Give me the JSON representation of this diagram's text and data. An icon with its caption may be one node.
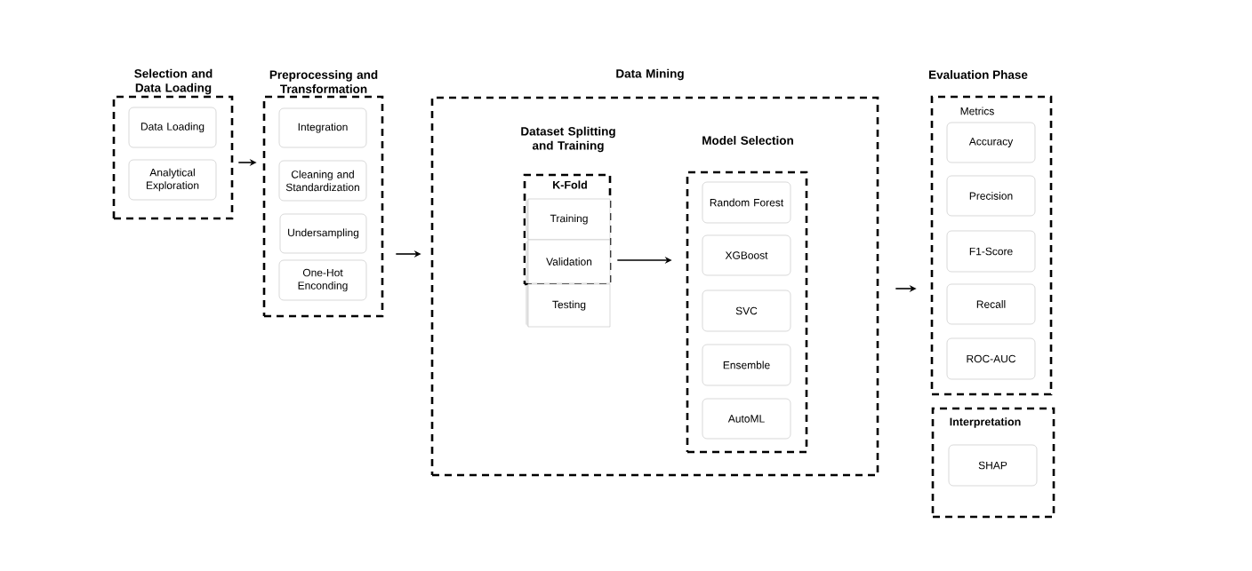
{
  "diagram": {
    "nodes": [
      {
        "text": [
          "Selection and Data Loading"
        ]
      },
      {
        "text": [
          "Data Loading"
        ],
        "in": 0
      },
      {
        "text": [
          "Analytical Exploration"
        ],
        "in": 0
      },
      {
        "text": [
          "Preprocessing and Transformation"
        ]
      },
      {
        "text": [
          "Integration"
        ],
        "in": 3
      },
      {
        "text": [
          "Cleaning and Standardization"
        ],
        "in": 3
      },
      {
        "text": [
          "Undersampling"
        ],
        "in": 3
      },
      {
        "text": [
          "One-Hot Enconding"
        ],
        "in": 3
      },
      {
        "text": [
          "Data Mining"
        ]
      },
      {
        "text": [
          "Dataset Splitting and Training",
          "K-Fold"
        ],
        "in": 8
      },
      {
        "text": [
          "Training"
        ],
        "in": 9
      },
      {
        "text": [
          "Validation"
        ],
        "in": 9
      },
      {
        "text": [
          "Testing"
        ],
        "in": 8
      },
      {
        "text": [
          "Model Selection"
        ],
        "in": 8
      },
      {
        "text": [
          "Random Forest"
        ],
        "in": 13
      },
      {
        "text": [
          "XGBoost"
        ],
        "in": 13
      },
      {
        "text": [
          "SVC"
        ],
        "in": 13
      },
      {
        "text": [
          "Ensemble"
        ],
        "in": 13
      },
      {
        "text": [
          "AutoML"
        ],
        "in": 13
      },
      {
        "text": [
          "Metrics"
        ]
      },
      {
        "text": [
          "Accuracy"
        ],
        "in": 19
      },
      {
        "text": [
          "Precision"
        ],
        "in": 19
      },
      {
        "text": [
          "F1-Score"
        ],
        "in": 19
      },
      {
        "text": [
          "Recall"
        ],
        "in": 19
      },
      {
        "text": [
          "ROC-AUC"
        ],
        "in": 19
      },
      {
        "text": [
          "Interpretation"
        ]
      },
      {
        "text": [
          "SHAP"
        ],
        "in": 25
      }
    ],
    "edges": [
      {
        "from": 0,
        "to": 3,
        "arrow": "to"
      },
      {
        "from": 3,
        "to": 8,
        "arrow": "to"
      },
      {
        "from": 9,
        "to": 13,
        "arrow": "to"
      },
      {
        "from": 8,
        "to": 19,
        "arrow": "to"
      }
    ],
    "labels": [
      "Evaluation Phase"
    ]
  }
}
